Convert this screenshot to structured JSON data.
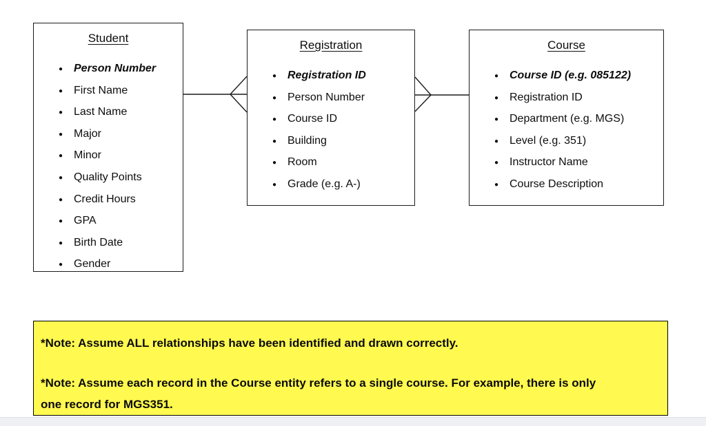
{
  "colors": {
    "entity_border": "#1a1a1a",
    "connector": "#1a1a1a",
    "note_background": "#fff950",
    "note_border": "#000000",
    "note_text": "#0b0b0b",
    "canvas_background": "#ffffff",
    "footer_strip": "#eef0f3"
  },
  "diagram": {
    "entities": [
      {
        "title": "Student",
        "attributes": [
          "Person Number",
          "First Name",
          "Last Name",
          "Major",
          "Minor",
          "Quality Points",
          "Credit Hours",
          "GPA",
          "Birth Date",
          "Gender"
        ],
        "key_attribute": "Person Number"
      },
      {
        "title": "Registration",
        "attributes": [
          "Registration ID",
          "Person Number",
          "Course ID",
          "Building",
          "Room",
          "Grade (e.g. A-)"
        ],
        "key_attribute": "Registration ID"
      },
      {
        "title": "Course",
        "attributes": [
          "Course ID (e.g. 085122)",
          "Registration ID",
          "Department (e.g. MGS)",
          "Level (e.g. 351)",
          "Instructor Name",
          "Course Description"
        ],
        "key_attribute": "Course ID (e.g. 085122)"
      }
    ],
    "relationships": [
      {
        "from": "Student",
        "to": "Registration",
        "notation": "crow-foot",
        "many_end": "Registration"
      },
      {
        "from": "Course",
        "to": "Registration",
        "notation": "crow-foot",
        "many_end": "Registration"
      }
    ]
  },
  "notes": {
    "note1": "*Note: Assume ALL relationships have been identified and drawn correctly.",
    "note2_line1": "*Note: Assume each record in the Course entity refers to a single course. For example, there is only",
    "note2_line2": "one record for MGS351."
  }
}
